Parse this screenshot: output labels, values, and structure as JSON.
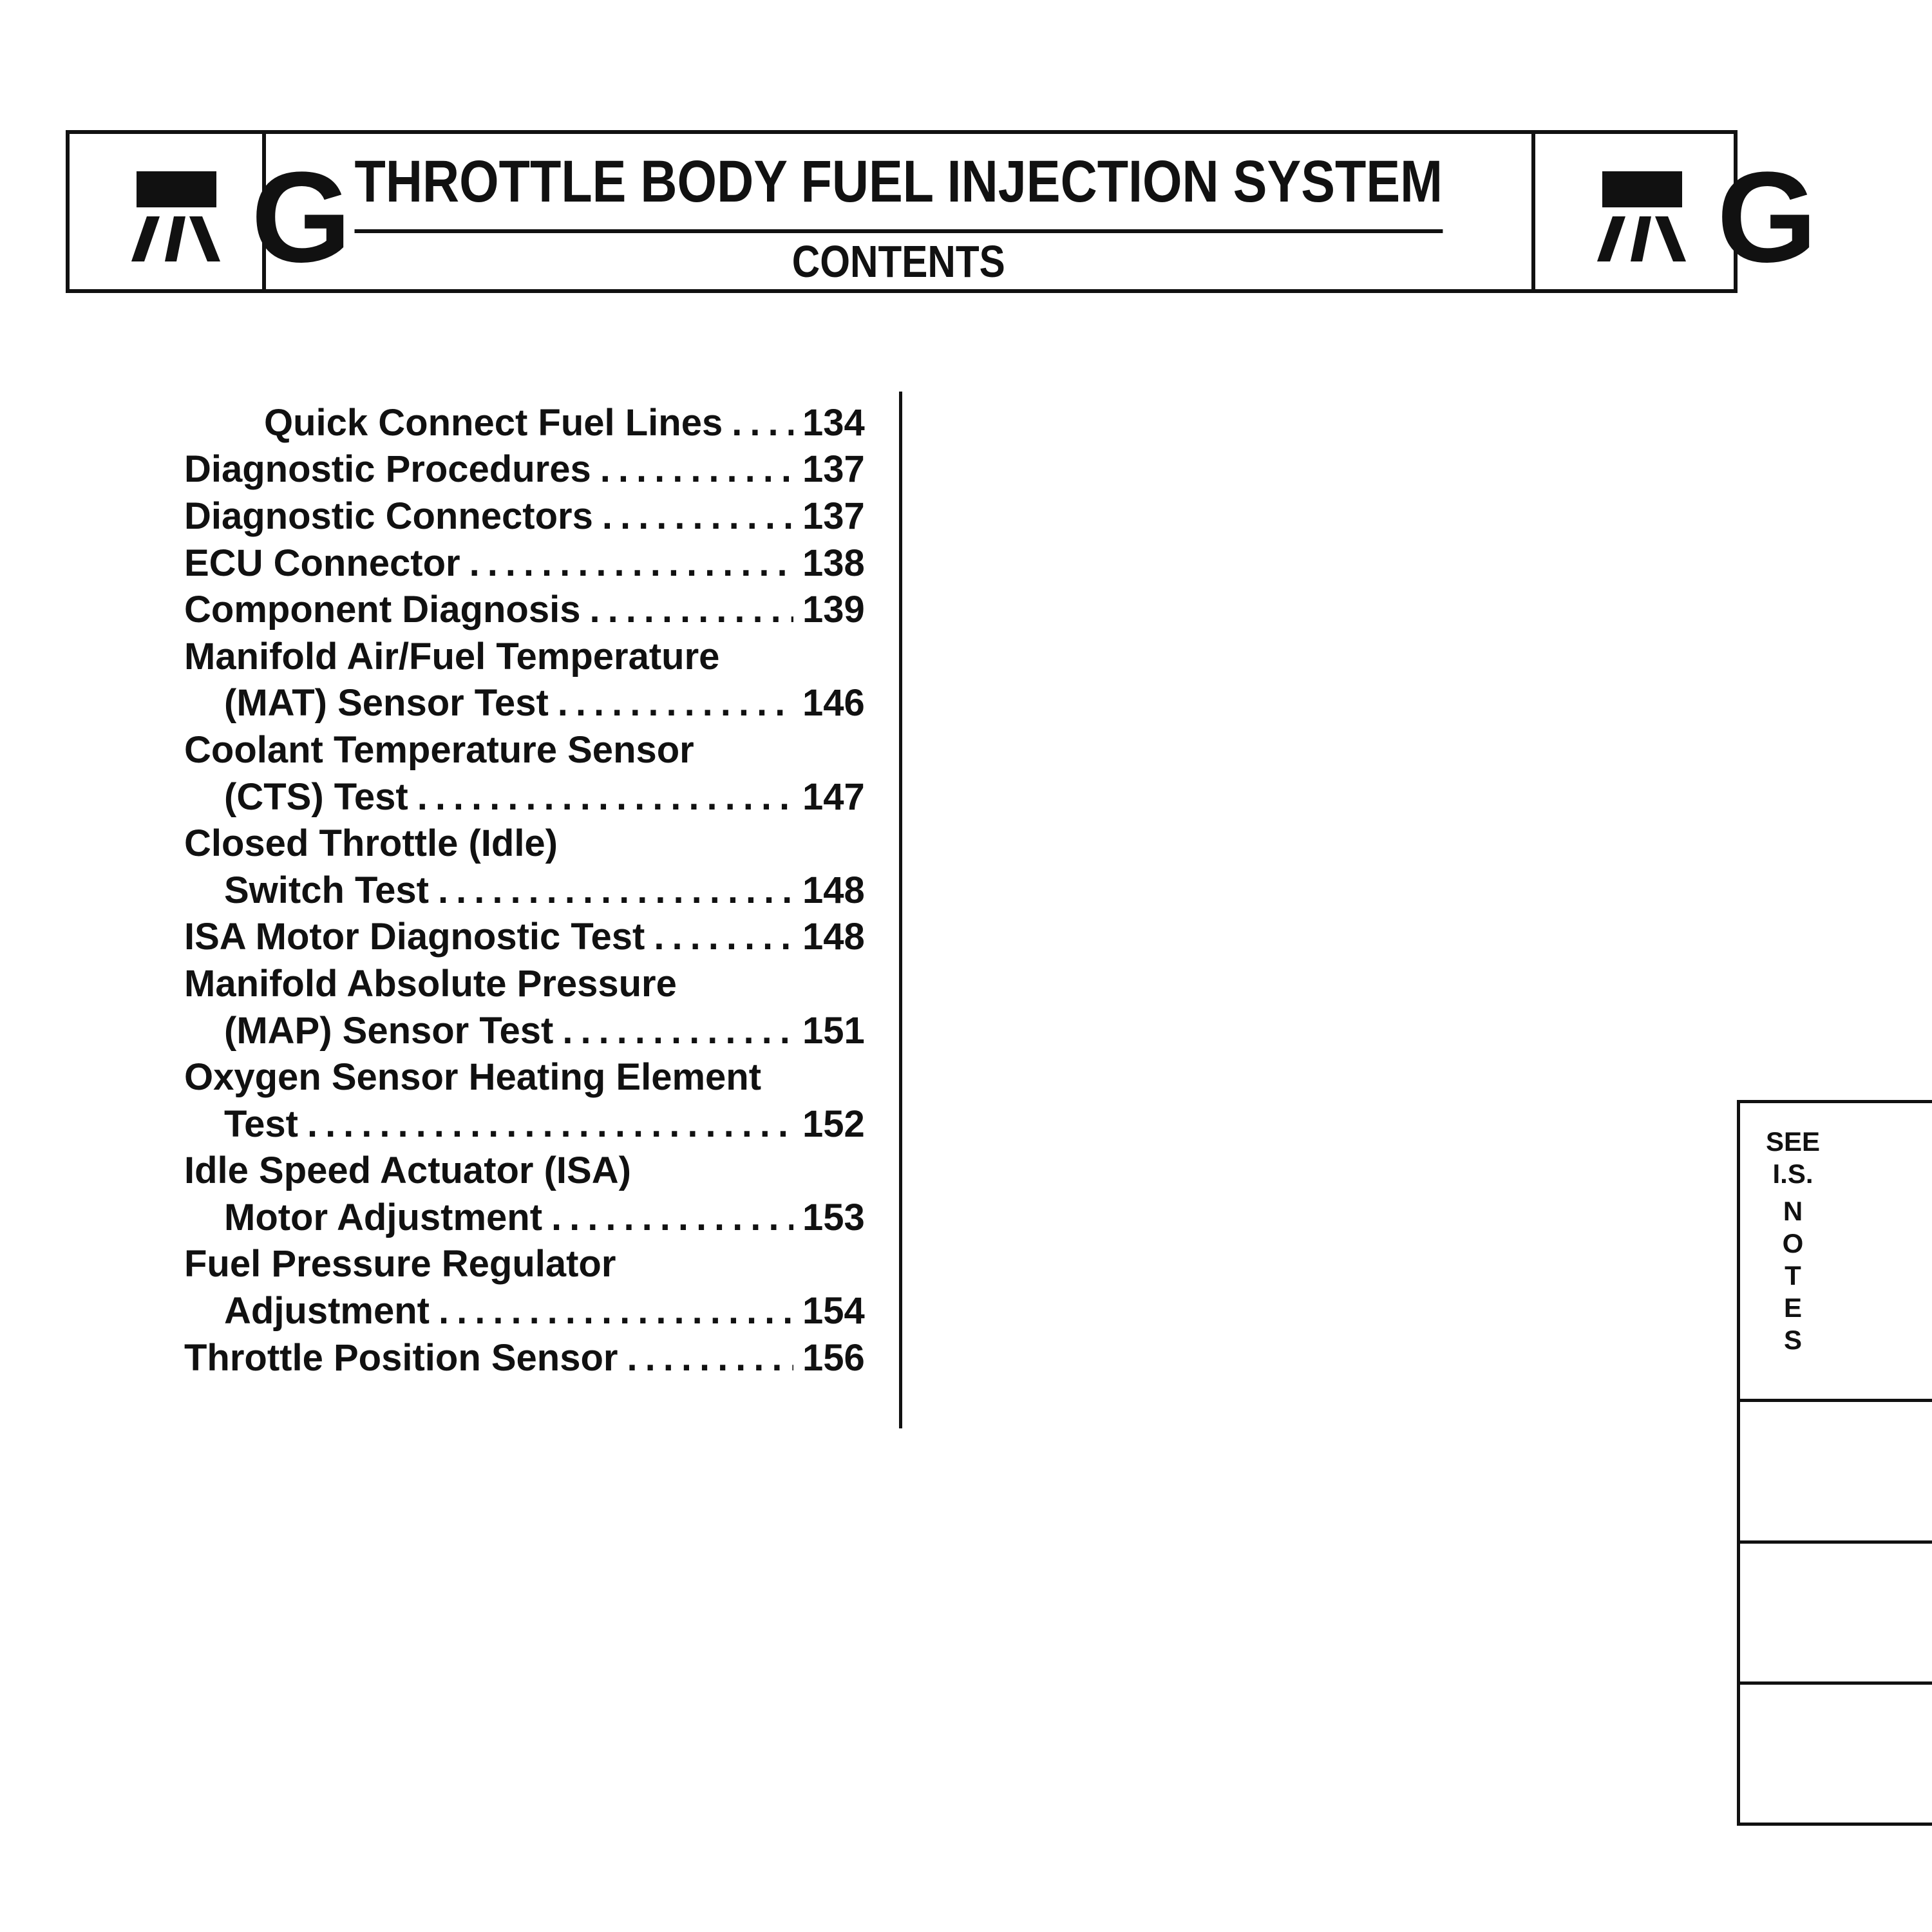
{
  "header": {
    "title": "THROTTLE BODY FUEL INJECTION SYSTEM",
    "subtitle": "CONTENTS",
    "section_letter": "G",
    "logo_icon": "fuel-system-icon"
  },
  "toc": [
    {
      "text": "Quick Connect Fuel Lines",
      "page": "134",
      "indent": 2
    },
    {
      "text": "Diagnostic Procedures",
      "page": "137",
      "indent": 0
    },
    {
      "text": "Diagnostic Connectors",
      "page": "137",
      "indent": 0
    },
    {
      "text": "ECU Connector",
      "page": "138",
      "indent": 0
    },
    {
      "text": "Component Diagnosis",
      "page": "139",
      "indent": 0
    },
    {
      "text": "Manifold Air/Fuel Temperature",
      "page": "",
      "indent": 0
    },
    {
      "text": "(MAT) Sensor Test",
      "page": "146",
      "indent": 1
    },
    {
      "text": "Coolant Temperature Sensor",
      "page": "",
      "indent": 0
    },
    {
      "text": "(CTS) Test",
      "page": "147",
      "indent": 1
    },
    {
      "text": "Closed Throttle (Idle)",
      "page": "",
      "indent": 0
    },
    {
      "text": "Switch Test",
      "page": "148",
      "indent": 1
    },
    {
      "text": "ISA Motor Diagnostic Test",
      "page": "148",
      "indent": 0
    },
    {
      "text": "Manifold Absolute Pressure",
      "page": "",
      "indent": 0
    },
    {
      "text": "(MAP) Sensor Test",
      "page": "151",
      "indent": 1
    },
    {
      "text": "Oxygen Sensor Heating Element",
      "page": "",
      "indent": 0
    },
    {
      "text": "Test",
      "page": "152",
      "indent": 1
    },
    {
      "text": "Idle Speed Actuator (ISA)",
      "page": "",
      "indent": 0
    },
    {
      "text": "Motor Adjustment",
      "page": "153",
      "indent": 1
    },
    {
      "text": "Fuel Pressure Regulator",
      "page": "",
      "indent": 0
    },
    {
      "text": "Adjustment",
      "page": "154",
      "indent": 1
    },
    {
      "text": "Throttle Position Sensor",
      "page": "156",
      "indent": 0
    }
  ],
  "side_tab": {
    "line1": "SEE",
    "line2": "I.S.",
    "vertical": [
      "N",
      "O",
      "T",
      "E",
      "S"
    ]
  }
}
